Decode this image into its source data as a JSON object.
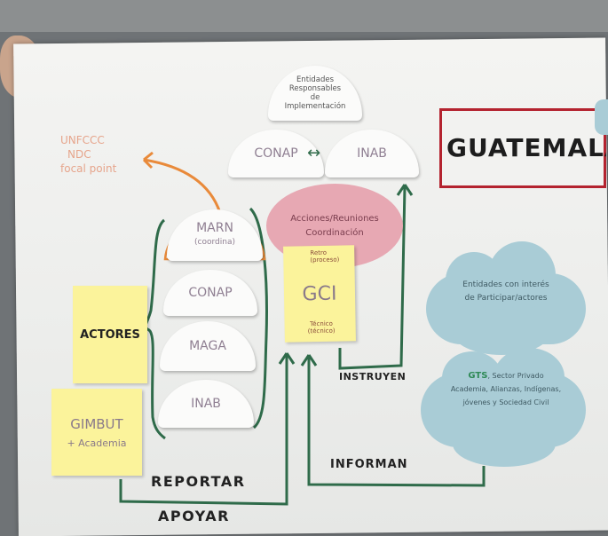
{
  "header_note": {
    "line1": "Entidades",
    "line2": "Responsables",
    "line3": "de",
    "line4": "Implementación"
  },
  "unfccc": {
    "line1": "UNFCCC",
    "line2": "NDC",
    "line3": "focal point"
  },
  "title": "GUATEMALA",
  "domes": {
    "conap_top": "CONAP",
    "arrows": "↔",
    "inab_top": "INAB",
    "marn": "MARN",
    "marn_sub": "(coordina)",
    "conap": "CONAP",
    "maga": "MAGA",
    "inab": "INAB"
  },
  "pink_oval": {
    "line1": "Acciones/Reuniones",
    "line2": "Coordinación"
  },
  "gci": {
    "label": "GCI",
    "top_note": "Retro",
    "top_note2": "(proceso)",
    "bottom_note": "Técnico",
    "bottom_note2": "(técnico)"
  },
  "actores": "ACTORES",
  "gimbut": {
    "line1": "GIMBUT",
    "line2": "+ Academia"
  },
  "cloud1": {
    "line1": "Entidades con interés",
    "line2": "de Participar/actores"
  },
  "cloud2": {
    "lead": "GTS",
    "line1": ", Sector Privado",
    "line2": "Academia, Alianzas, Indígenas,",
    "line3": "jóvenes y Sociedad Civil"
  },
  "labels": {
    "instruyen": "INSTRUYEN",
    "informan": "INFORMAN",
    "reportar": "REPORTAR",
    "apoyar": "APOYAR"
  },
  "colors": {
    "green_arrow": "#2f6b4a",
    "orange_arrow": "#e98a3a",
    "title_box": "#b4232f",
    "cloud": "#a9ccd6",
    "pink": "#e7a8b3",
    "sticky": "#fbf39b"
  }
}
